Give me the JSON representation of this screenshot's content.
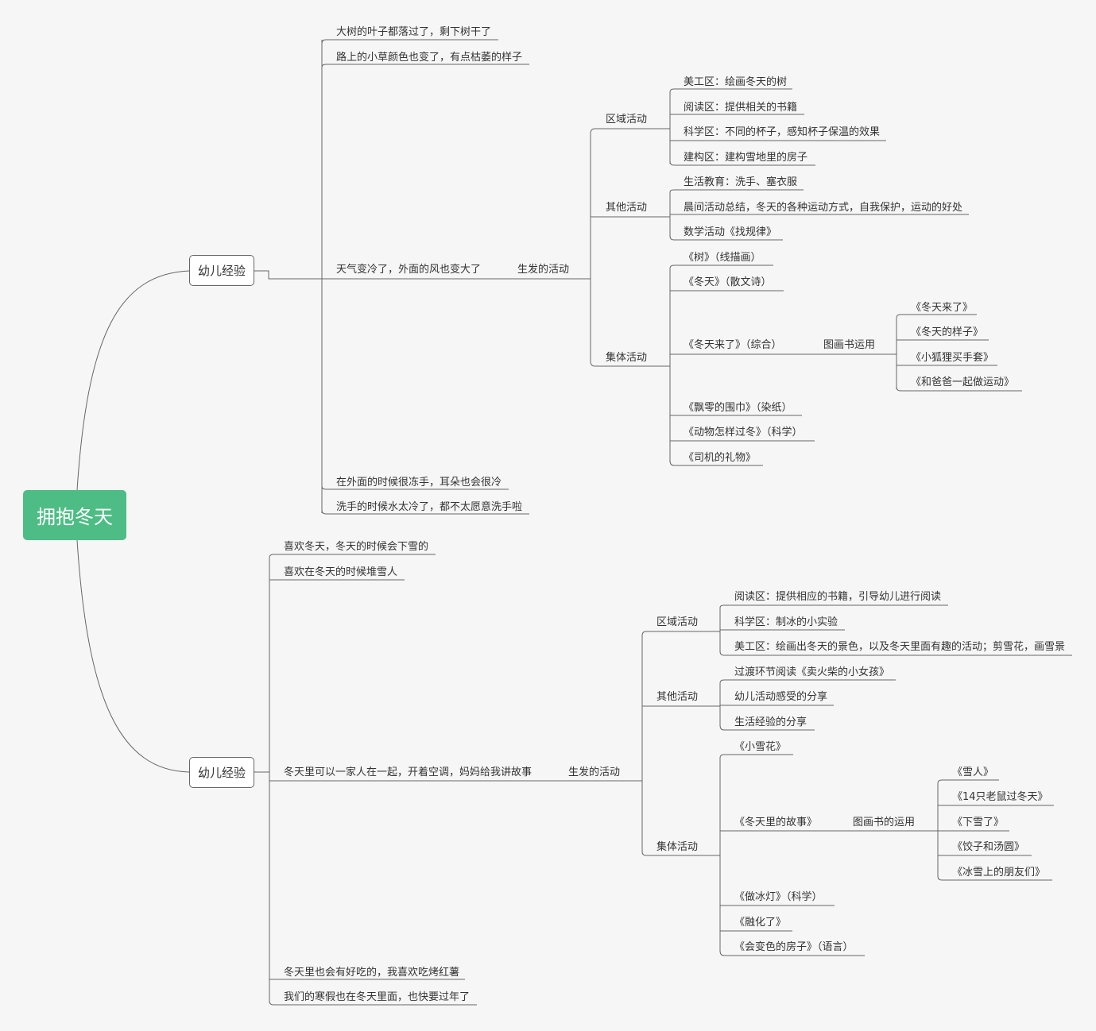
{
  "root": "拥抱冬天",
  "top": {
    "label": "幼儿经验",
    "items": [
      "大树的叶子都落过了，剩下树干了",
      "路上的小草颜色也变了，有点枯萎的样子",
      "天气变冷了，外面的风也变大了",
      "在外面的时候很冻手，耳朵也会很冷",
      "洗手的时候水太冷了，都不太愿意洗手啦"
    ],
    "activity": "生发的活动",
    "regional": {
      "label": "区域活动",
      "items": [
        "美工区：绘画冬天的树",
        "阅读区：提供相关的书籍",
        "科学区：不同的杯子，感知杯子保温的效果",
        "建构区：建构雪地里的房子"
      ]
    },
    "other": {
      "label": "其他活动",
      "items": [
        "生活教育：洗手、塞衣服",
        "晨间活动总结，冬天的各种运动方式，自我保护，运动的好处",
        "数学活动《找规律》"
      ]
    },
    "group": {
      "label": "集体活动",
      "items": [
        "《树》（线描画）",
        "《冬天》（散文诗）",
        "《冬天来了》（综合）",
        "《飘零的围巾》（染纸）",
        "《动物怎样过冬》（科学）",
        "《司机的礼物》"
      ],
      "book_label": "图画书运用",
      "books": [
        "《冬天来了》",
        "《冬天的样子》",
        "《小狐狸买手套》",
        "《和爸爸一起做运动》"
      ]
    }
  },
  "bottom": {
    "label": "幼儿经验",
    "items": [
      "喜欢冬天，冬天的时候会下雪的",
      "喜欢在冬天的时候堆雪人",
      "冬天里可以一家人在一起，开着空调，妈妈给我讲故事",
      "冬天里也会有好吃的，我喜欢吃烤红薯",
      "我们的寒假也在冬天里面，也快要过年了"
    ],
    "activity": "生发的活动",
    "regional": {
      "label": "区域活动",
      "items": [
        "阅读区：提供相应的书籍，引导幼儿进行阅读",
        "科学区：制冰的小实验",
        "美工区：绘画出冬天的景色，以及冬天里面有趣的活动；剪雪花，画雪景"
      ]
    },
    "other": {
      "label": "其他活动",
      "items": [
        "过渡环节阅读《卖火柴的小女孩》",
        "幼儿活动感受的分享",
        "生活经验的分享"
      ]
    },
    "group": {
      "label": "集体活动",
      "items": [
        "《小雪花》",
        "《冬天里的故事》",
        "《做冰灯》（科学）",
        "《融化了》",
        "《会变色的房子》（语言）"
      ],
      "book_label": "图画书的运用",
      "books": [
        "《雪人》",
        "《14只老鼠过冬天》",
        "《下雪了》",
        "《饺子和汤圆》",
        "《冰雪上的朋友们》"
      ]
    }
  }
}
